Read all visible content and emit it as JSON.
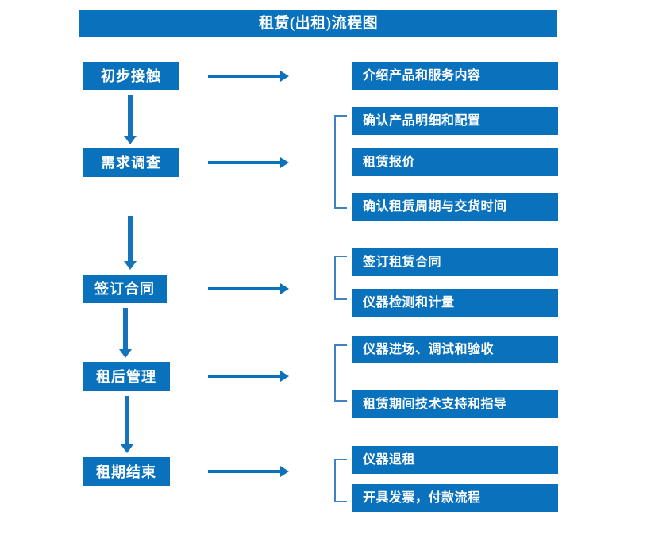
{
  "header": {
    "title": "租赁(出租)流程图"
  },
  "colors": {
    "box_blue": "#0A72BD",
    "arrow_blue": "#1573BC",
    "bracket_blue": "#3E82C4",
    "text_white": "#FFFFFF",
    "background": "#FFFFFF"
  },
  "stages": [
    {
      "label": "初步接触"
    },
    {
      "label": "需求调查"
    },
    {
      "label": "签订合同"
    },
    {
      "label": "租后管理"
    },
    {
      "label": "租期结束"
    }
  ],
  "details": [
    {
      "label": "介绍产品和服务内容"
    },
    {
      "label": "确认产品明细和配置"
    },
    {
      "label": "租赁报价"
    },
    {
      "label": "确认租赁周期与交货时间"
    },
    {
      "label": "签订租赁合同"
    },
    {
      "label": "仪器检测和计量"
    },
    {
      "label": "仪器进场、调试和验收"
    },
    {
      "label": "租赁期间技术支持和指导"
    },
    {
      "label": "仪器退租"
    },
    {
      "label": "开具发票，付款流程"
    }
  ],
  "flow": {
    "stage_to_detail_arrows": 5,
    "stage_to_stage_arrows": 4,
    "group_brackets": 4
  }
}
